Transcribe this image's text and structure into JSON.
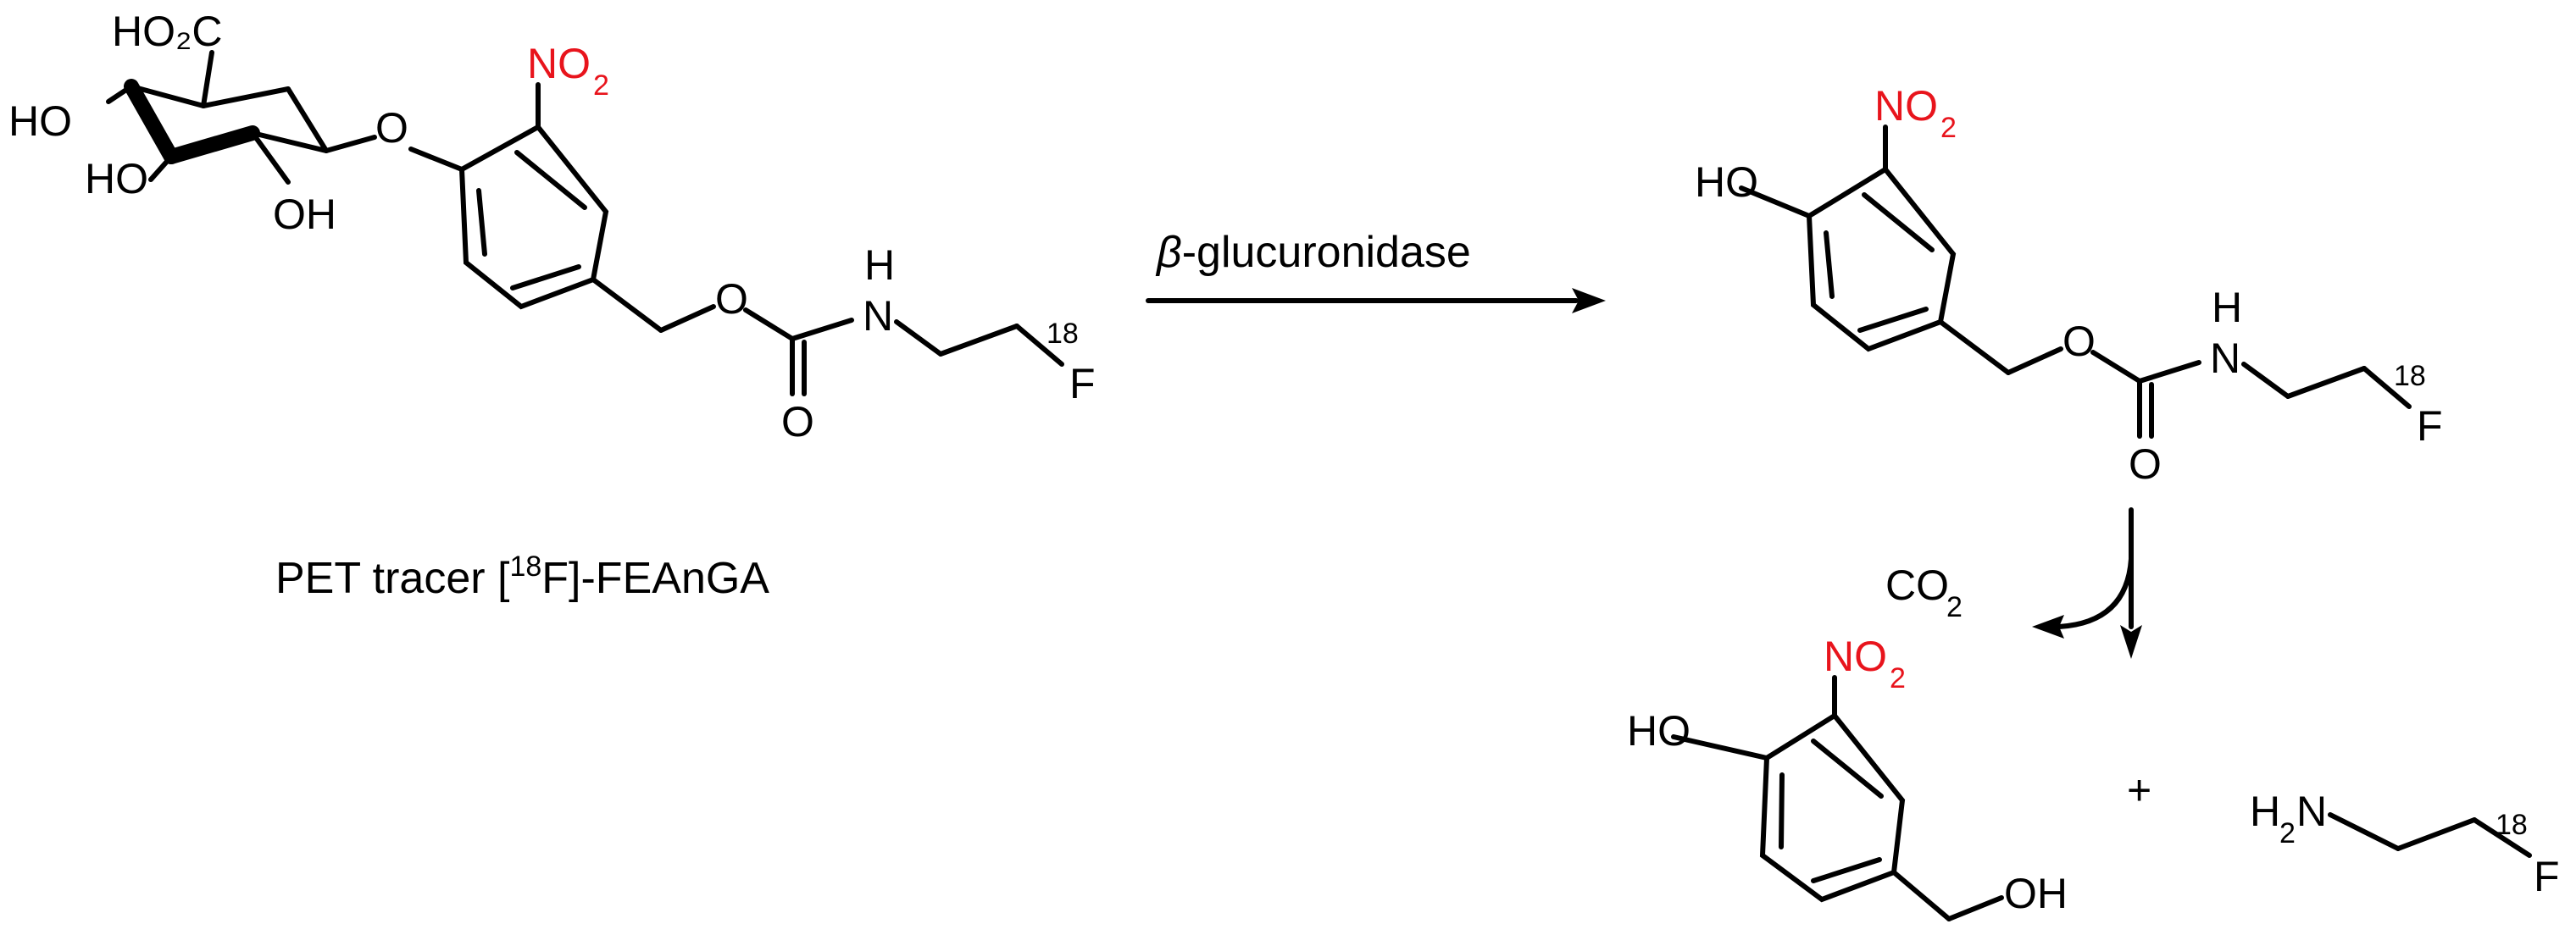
{
  "colors": {
    "ink": "#000000",
    "nitro": "#e8141c"
  },
  "reagent": {
    "prefix": "β",
    "name": "-glucuronidase"
  },
  "caption": {
    "before": "PET tracer [",
    "isotope": "18",
    "after": "F]-FEAnGA"
  },
  "labels": {
    "carboxylic_acid": "HO₂C",
    "hydroxyl": "HO",
    "hydroxyl_right": "OH",
    "oxygen": "O",
    "nitrogen": "N",
    "hydrogen": "H",
    "fluorine": "F",
    "isotope": "18",
    "nitro_main": "NO",
    "nitro_sub": "2",
    "co2_main": "CO",
    "co2_sub": "2",
    "amine_h": "H",
    "amine_sub": "2",
    "amine_n": "N",
    "plus": "+"
  }
}
